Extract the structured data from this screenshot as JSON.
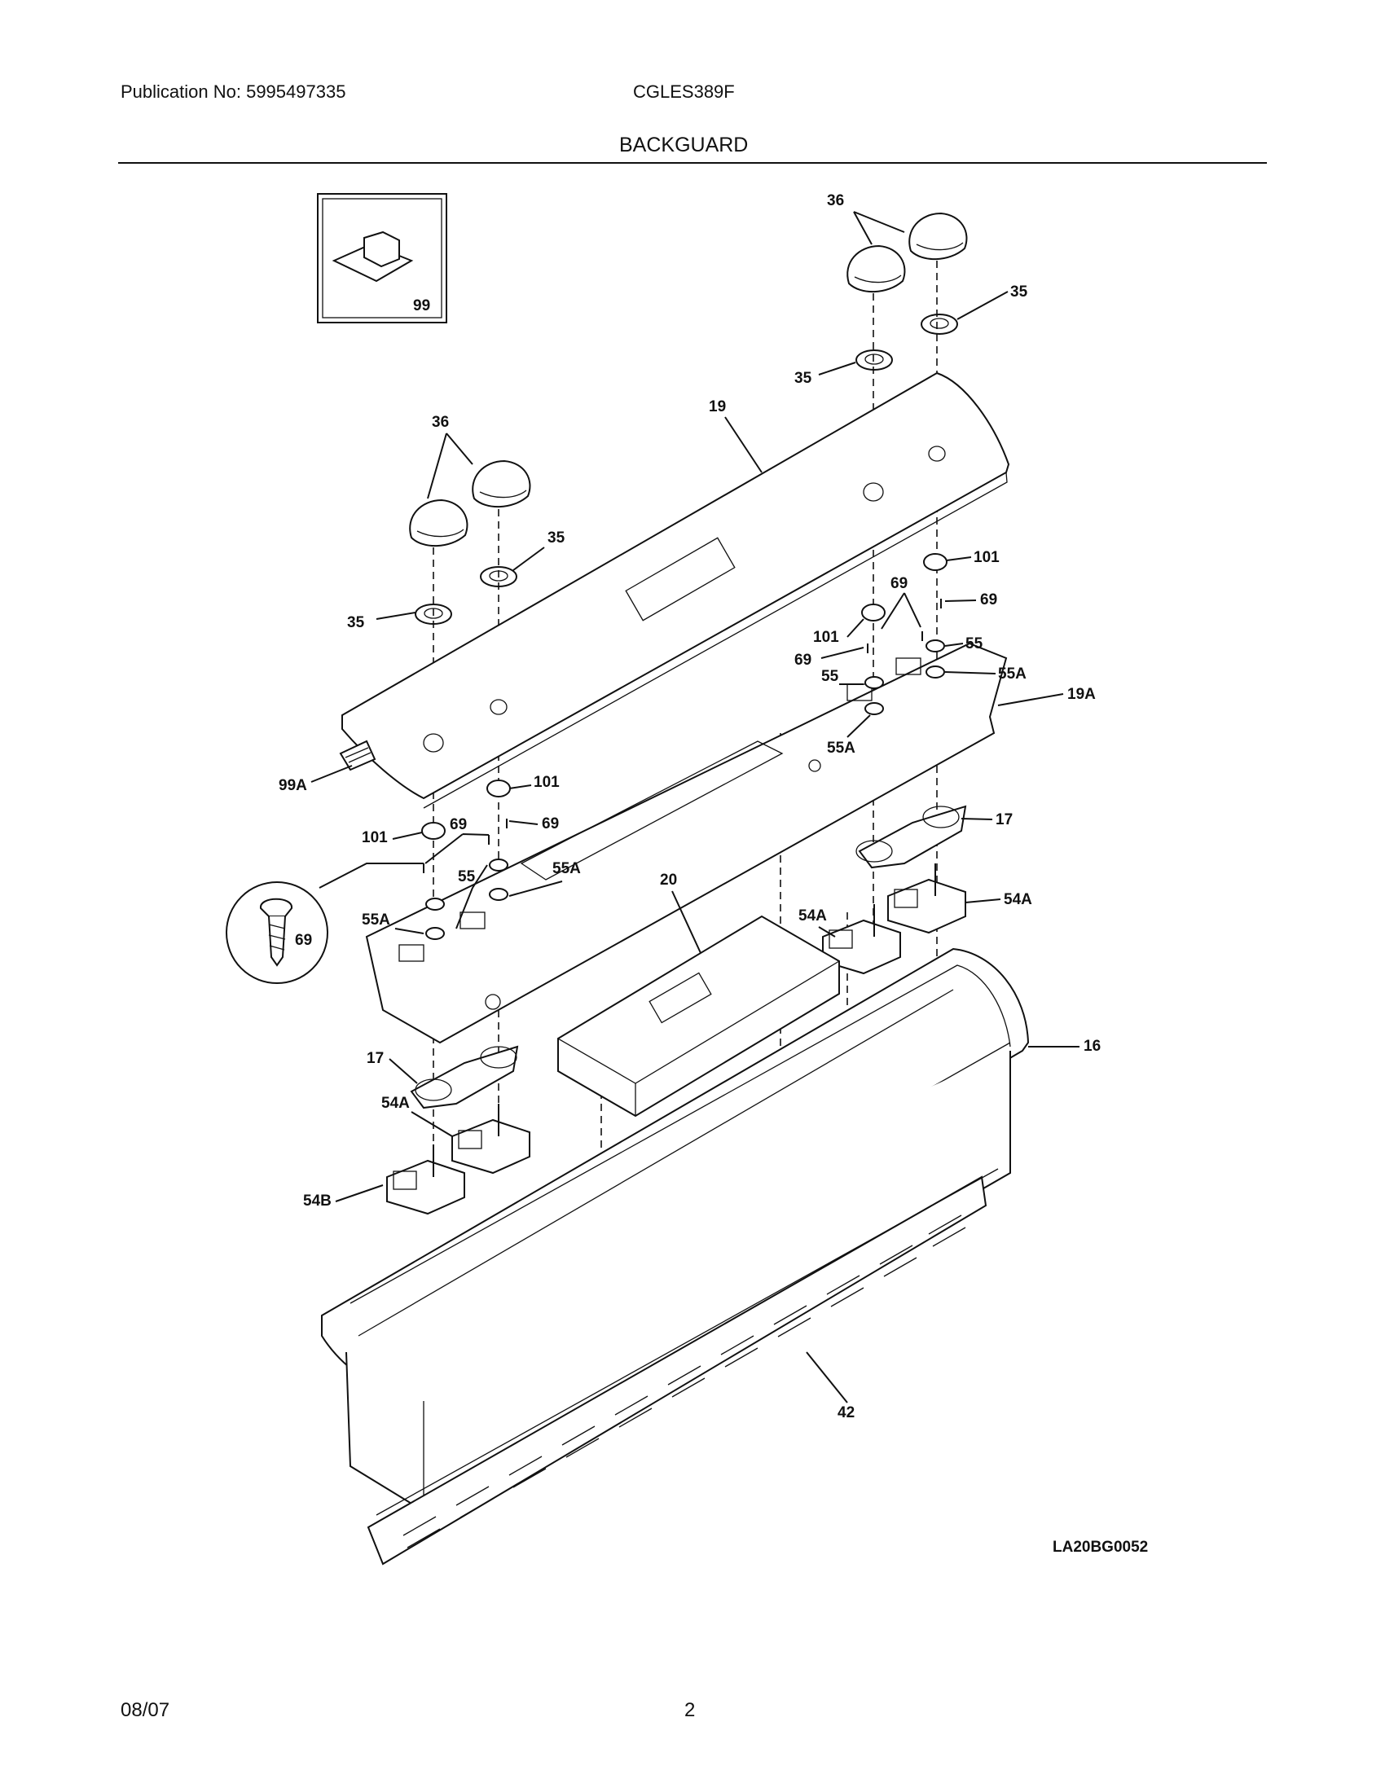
{
  "header": {
    "publication": "Publication No: 5995497335",
    "model": "CGLES389F",
    "section_title": "BACKGUARD"
  },
  "footer": {
    "date": "08/07",
    "page": "2"
  },
  "diagram": {
    "reference_code": "LA20BG0052",
    "callouts": {
      "c36_left": "36",
      "c36_right": "36",
      "c35_a": "35",
      "c35_b": "35",
      "c35_c": "35",
      "c35_d": "35",
      "c19": "19",
      "c19a": "19A",
      "c99": "99",
      "c99a": "99A",
      "c101_a": "101",
      "c101_b": "101",
      "c101_c": "101",
      "c101_d": "101",
      "c69_a": "69",
      "c69_b": "69",
      "c69_c": "69",
      "c69_d": "69",
      "c69_detail": "69",
      "c55_a": "55",
      "c55_b": "55",
      "c55_c": "55",
      "c55a_a": "55A",
      "c55a_b": "55A",
      "c55a_c": "55A",
      "c55a_d": "55A",
      "c20": "20",
      "c17_left": "17",
      "c17_right": "17",
      "c54a_a": "54A",
      "c54a_b": "54A",
      "c54a_c": "54A",
      "c54b": "54B",
      "c16": "16",
      "c42": "42"
    }
  }
}
